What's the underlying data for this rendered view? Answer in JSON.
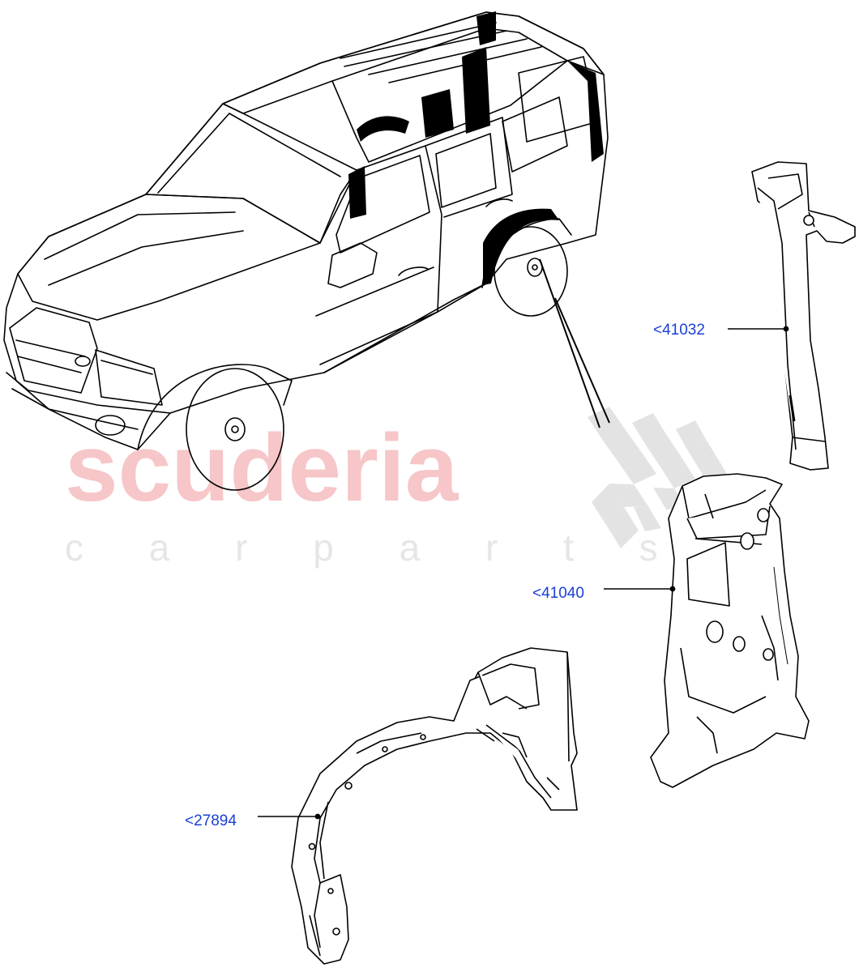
{
  "watermark": {
    "brand": "scuderia",
    "tagline": "c a r   p a r t s",
    "brand_color": "#f6c6c8",
    "tagline_color": "#e6e6e6",
    "flag_color": "#e3e3e3"
  },
  "callouts": [
    {
      "label": "<41032",
      "color": "#1a3fd6"
    },
    {
      "label": "<41040",
      "color": "#1a3fd6"
    },
    {
      "label": "<27894",
      "color": "#1a3fd6"
    }
  ],
  "line_color": "#000000"
}
